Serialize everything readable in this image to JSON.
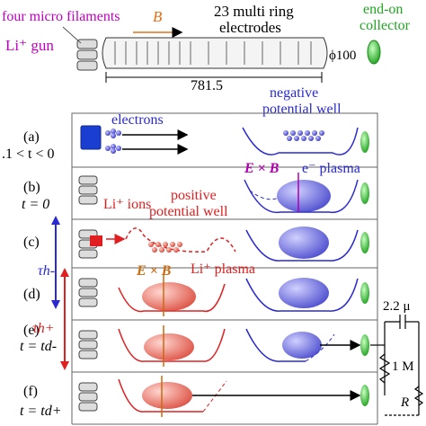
{
  "header": {
    "filaments_label": "four micro filaments",
    "gun_label": "Li⁺ gun",
    "bfield_label": "B",
    "electrodes_title": "23 multi ring",
    "electrodes_sub": "electrodes",
    "collector_title": "end-on",
    "collector_sub": "collector",
    "length_label": "781.5",
    "diameter_label": "ϕ100"
  },
  "labels": {
    "electrons": "electrons",
    "neg_well_1": "negative",
    "neg_well_2": "potential well",
    "exb": "E × B",
    "e_plasma": "e⁻ plasma",
    "li_ions": "Li⁺ ions",
    "pos_well_1": "positive",
    "pos_well_2": "potential well",
    "exb2": "E × B",
    "li_plasma": "Li⁺ plasma",
    "cap": "2.2 μ",
    "res1": "1 M",
    "resR": "R",
    "tau_h_minus": "τh-",
    "tau_h_plus": "τh+"
  },
  "panels": [
    {
      "letter": "(a)",
      "time": ".1 < t < 0"
    },
    {
      "letter": "(b)",
      "time": "t = 0"
    },
    {
      "letter": "(c)",
      "time": ""
    },
    {
      "letter": "(d)",
      "time": ""
    },
    {
      "letter": "(e)",
      "time": "t = td-"
    },
    {
      "letter": "(f)",
      "time": "t = td+"
    }
  ],
  "colors": {
    "electron": "#3b3bd6",
    "ion": "#e03030",
    "collector": "#2fbf2f",
    "exb_arrow": "#a0501a",
    "accent_purple": "#b000b0"
  }
}
